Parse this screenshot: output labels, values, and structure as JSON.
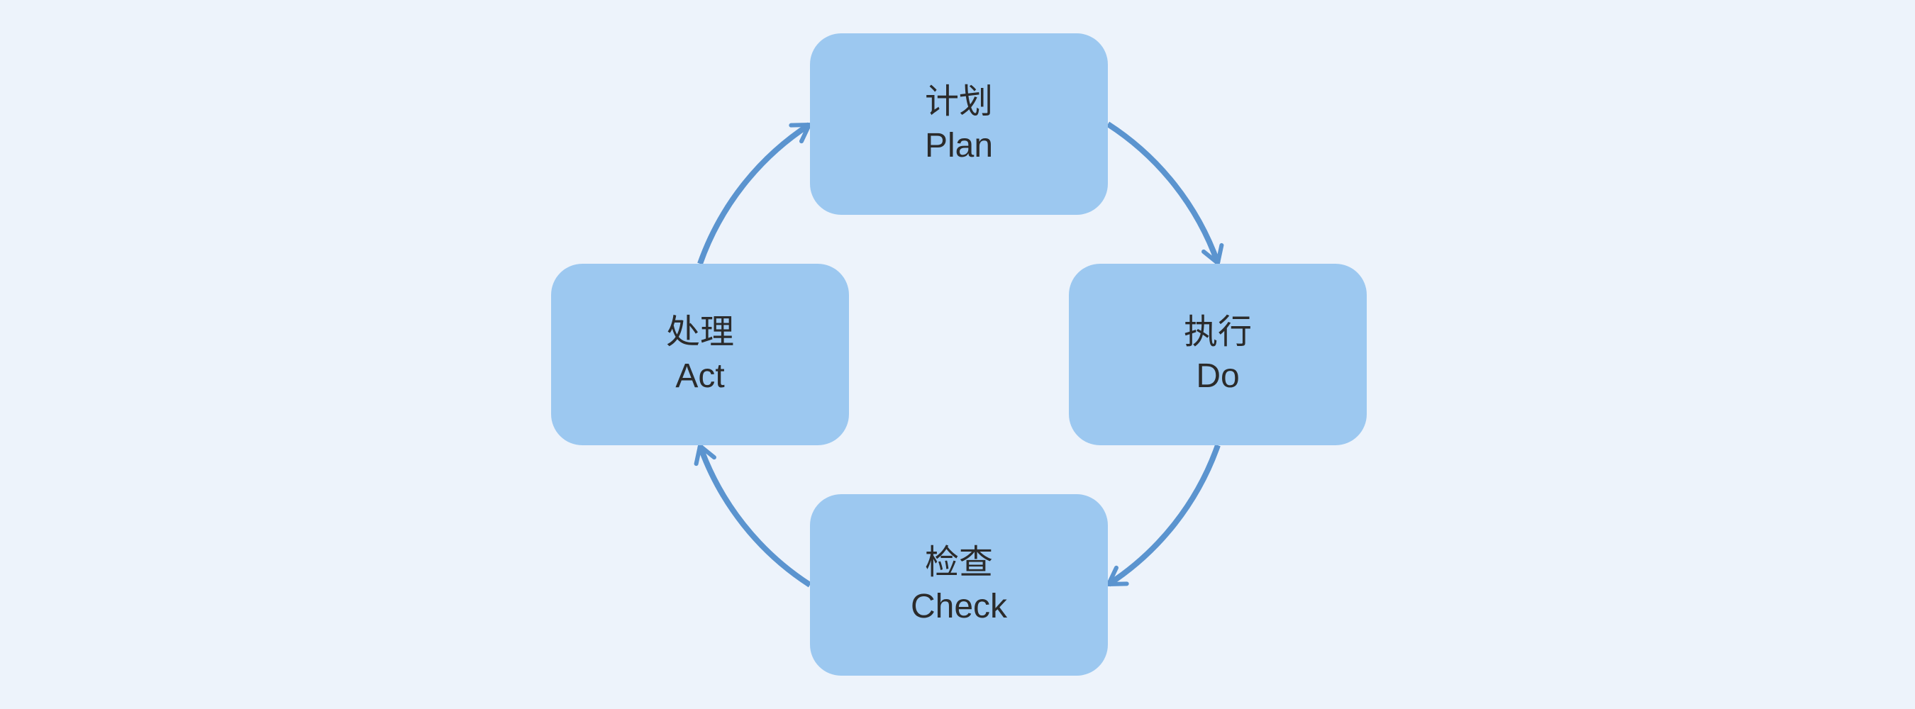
{
  "colors": {
    "background": "#EDF3FB",
    "node_fill": "#9CC8F0",
    "arrow": "#5B94CF",
    "text": "#2B2B2B"
  },
  "diagram": {
    "type": "cycle",
    "flow": "clockwise"
  },
  "nodes": [
    {
      "id": "plan",
      "zh": "计划",
      "en": "Plan"
    },
    {
      "id": "do",
      "zh": "执行",
      "en": "Do"
    },
    {
      "id": "check",
      "zh": "检查",
      "en": "Check"
    },
    {
      "id": "act",
      "zh": "处理",
      "en": "Act"
    }
  ],
  "edges": [
    {
      "from": "plan",
      "to": "do"
    },
    {
      "from": "do",
      "to": "check"
    },
    {
      "from": "check",
      "to": "act"
    },
    {
      "from": "act",
      "to": "plan"
    }
  ]
}
